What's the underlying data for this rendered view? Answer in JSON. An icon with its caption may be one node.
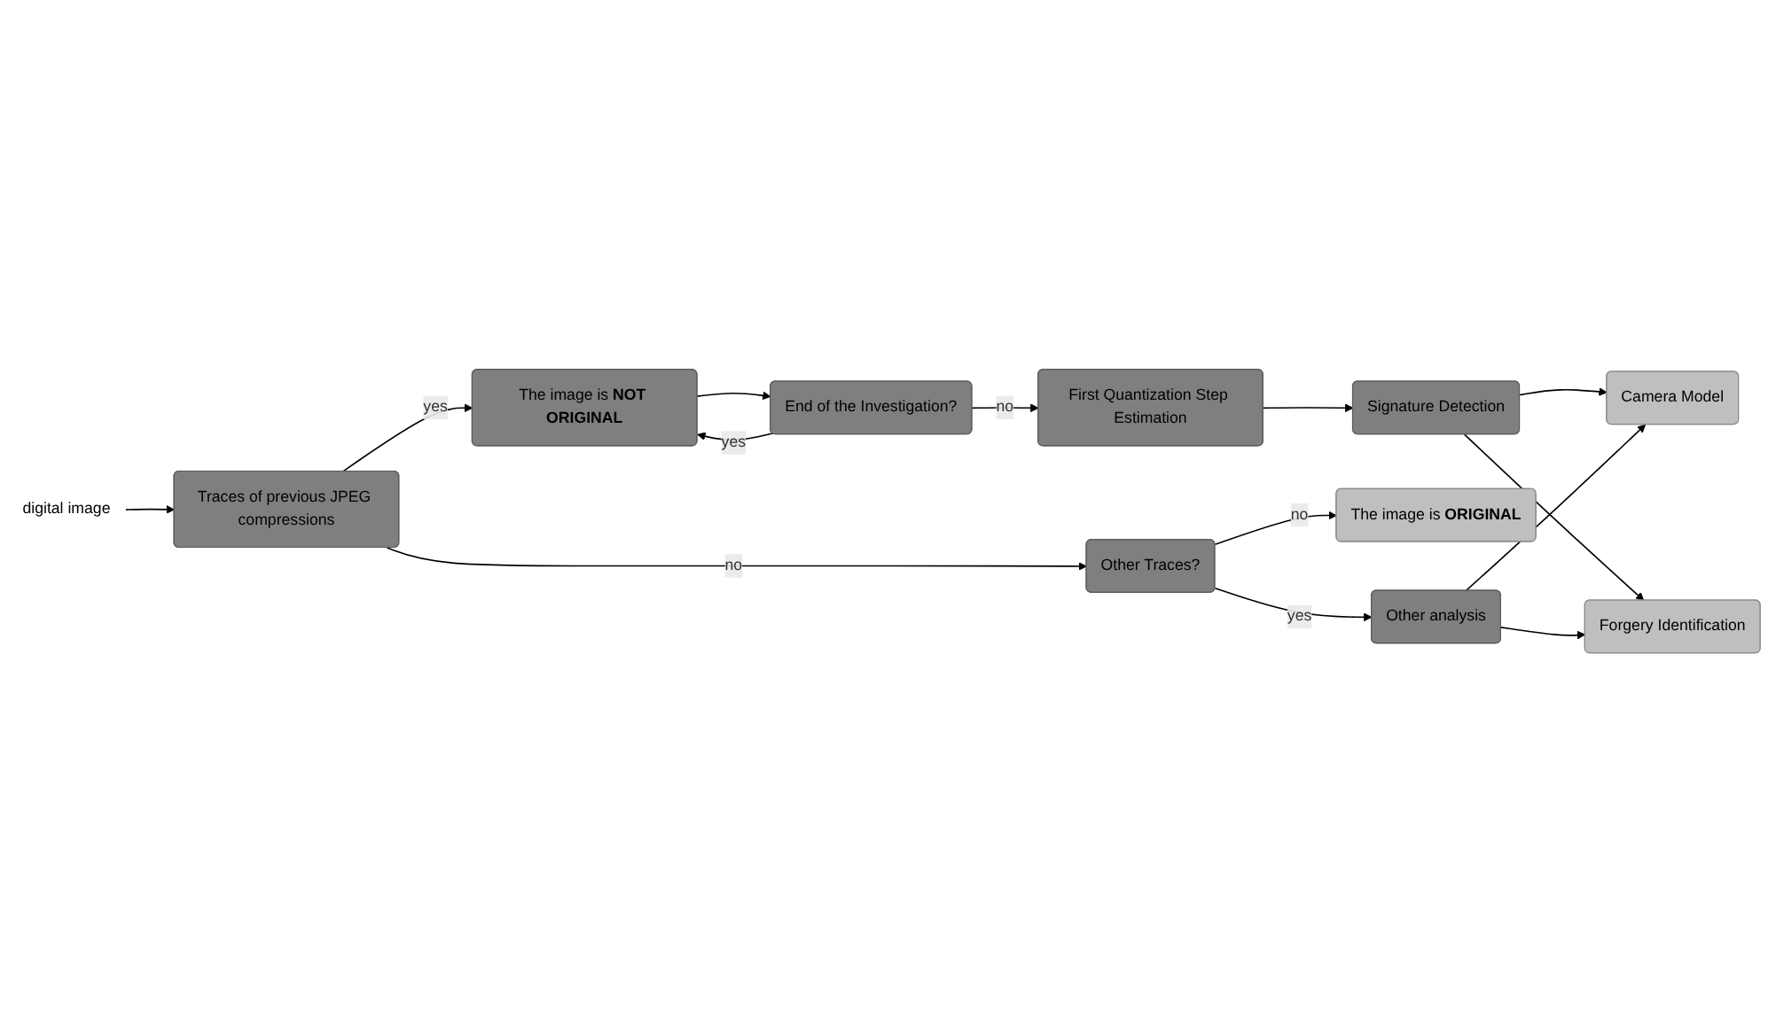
{
  "diagram": {
    "nodes": [
      {
        "text": [
          "The image is **NOT ORIGINAL**"
        ]
      },
      {
        "text": [
          "End of the Investigation?"
        ]
      },
      {
        "text": [
          "First Quantization Step Estimation"
        ]
      },
      {
        "text": [
          "Signature Detection"
        ]
      },
      {
        "text": [
          "Camera Model"
        ]
      },
      {
        "text": [
          "Forgery Identification"
        ]
      },
      {
        "text": [
          "Traces of previous JPEG compressions"
        ]
      },
      {
        "text": [
          "Other Traces?"
        ]
      },
      {
        "text": [
          "The image is **ORIGINAL**"
        ]
      },
      {
        "text": [
          "Other analysis"
        ]
      },
      {
        "text": [
          "digital image"
        ]
      }
    ],
    "edges": [
      {
        "from": 10,
        "to": 6,
        "arrow": "to"
      },
      {
        "from": 6,
        "to": 0,
        "arrow": "to",
        "label": "yes"
      },
      {
        "from": 0,
        "to": 1,
        "arrow": "to"
      },
      {
        "from": 1,
        "to": 0,
        "arrow": "to",
        "label": "yes"
      },
      {
        "from": 1,
        "to": 2,
        "arrow": "to",
        "label": "no"
      },
      {
        "from": 2,
        "to": 3,
        "arrow": "to"
      },
      {
        "from": 3,
        "to": 4,
        "arrow": "to"
      },
      {
        "from": 3,
        "to": 5,
        "arrow": "to"
      },
      {
        "from": 6,
        "to": 7,
        "arrow": "to",
        "label": "no"
      },
      {
        "from": 7,
        "to": 8,
        "arrow": "to",
        "label": "no"
      },
      {
        "from": 7,
        "to": 9,
        "arrow": "to",
        "label": "yes"
      },
      {
        "from": 9,
        "to": 5,
        "arrow": "to"
      },
      {
        "from": 9,
        "to": 4,
        "arrow": "to"
      }
    ]
  }
}
